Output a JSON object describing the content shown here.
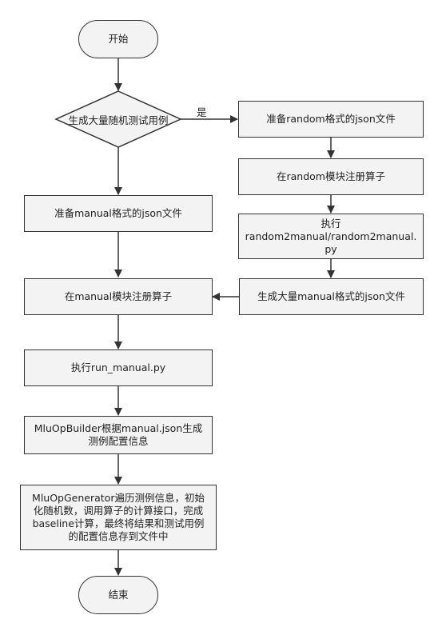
{
  "nodes": {
    "start": "开始",
    "decision": "生成大量随机测试用例",
    "prepare_random_json": "准备random格式的json文件",
    "register_random": "在random模块注册算子",
    "run_random2manual": "执行\nrandom2manual/random2manual.\npy",
    "gen_manual_json": "生成大量manual格式的json文件",
    "prepare_manual_json": "准备manual格式的json文件",
    "register_manual": "在manual模块注册算子",
    "run_manual": "执行run_manual.py",
    "builder": "MluOpBuilder根据manual.json生成\n测例配置信息",
    "generator": "MluOpGenerator遍历测例信息，初始\n化随机数，调用算子的计算接口，完成\nbaseline计算，最终将结果和测试用例\n的配置信息存到文件中",
    "end": "结束"
  },
  "edges": {
    "yes_label": "是"
  }
}
